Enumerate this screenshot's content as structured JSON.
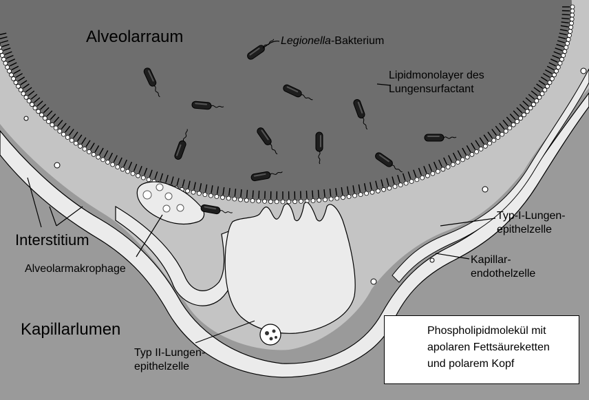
{
  "colors": {
    "background_lumen": "#9a9a9a",
    "alveolar_space": "#6e6e6e",
    "interstitium": "#c4c4c4",
    "cell": "#ebebeb",
    "bacterium": "#1e1e1e"
  },
  "labels": {
    "alveolarraum": "Alveolarraum",
    "legionella_italic": "Legionella",
    "legionella_rest": "-Bakterium",
    "lipid_line1": "Lipidmonolayer des",
    "lipid_line2": "Lungensurfactant",
    "interstitium": "Interstitium",
    "makrophage": "Alveolarmakrophage",
    "typ1_line1": "Typ-I-Lungen-",
    "typ1_line2": "epithelzelle",
    "kapillar_line1": "Kapillar-",
    "kapillar_line2": "endothelzelle",
    "kapillarlumen": "Kapillarlumen",
    "typ2_line1": "Typ II-Lungen-",
    "typ2_line2": "epithelzelle"
  },
  "legend": {
    "line1": "Phospholipidmolekül mit",
    "line2": "apolaren Fettsäureketten",
    "line3": "und polarem Kopf"
  },
  "icons": {
    "bacterium": "rod-bacterium-icon",
    "phospholipid": "phospholipid-molecule-icon"
  }
}
